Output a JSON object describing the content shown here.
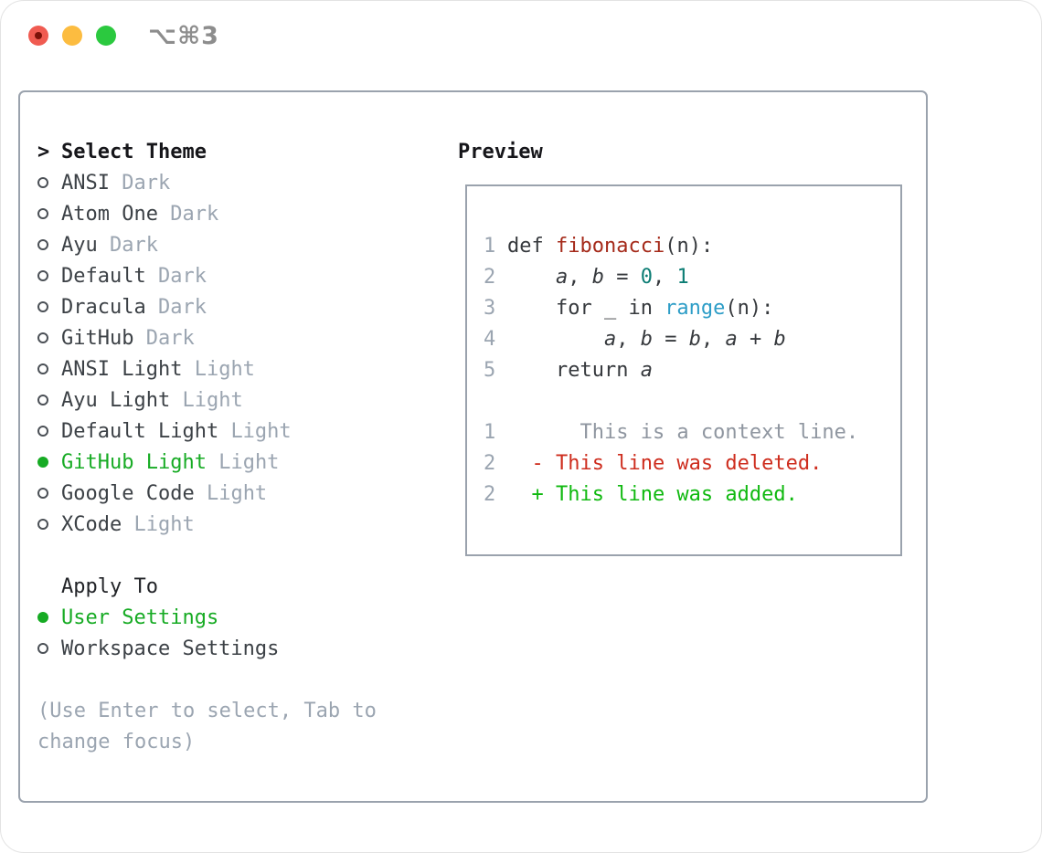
{
  "window": {
    "title": "⌥⌘3",
    "colors": {
      "close": "#f05b51",
      "minimize": "#fcbc40",
      "zoom": "#2bc93f"
    }
  },
  "theme_panel": {
    "header": {
      "marker": ">",
      "label": "Select Theme"
    },
    "items": [
      {
        "name": "ANSI",
        "variant": "Dark",
        "selected": false
      },
      {
        "name": "Atom One",
        "variant": "Dark",
        "selected": false
      },
      {
        "name": "Ayu",
        "variant": "Dark",
        "selected": false
      },
      {
        "name": "Default",
        "variant": "Dark",
        "selected": false
      },
      {
        "name": "Dracula",
        "variant": "Dark",
        "selected": false
      },
      {
        "name": "GitHub",
        "variant": "Dark",
        "selected": false
      },
      {
        "name": "ANSI Light",
        "variant": "Light",
        "selected": false
      },
      {
        "name": "Ayu Light",
        "variant": "Light",
        "selected": false
      },
      {
        "name": "Default Light",
        "variant": "Light",
        "selected": false
      },
      {
        "name": "GitHub Light",
        "variant": "Light",
        "selected": true
      },
      {
        "name": "Google Code",
        "variant": "Light",
        "selected": false
      },
      {
        "name": "XCode",
        "variant": "Light",
        "selected": false
      }
    ],
    "apply_to": {
      "label": "Apply To",
      "options": [
        {
          "name": "User Settings",
          "selected": true
        },
        {
          "name": "Workspace Settings",
          "selected": false
        }
      ]
    },
    "help_line1": "(Use Enter to select, Tab to",
    "help_line2": "change focus)"
  },
  "preview": {
    "label": "Preview",
    "code_lines": [
      {
        "num": "1",
        "segments": [
          {
            "text": "def "
          },
          {
            "text": "fibonacci"
          },
          {
            "text": "(n):"
          }
        ]
      },
      {
        "num": "2",
        "segments": [
          {
            "text": "    "
          },
          {
            "text": "a"
          },
          {
            "text": ", "
          },
          {
            "text": "b"
          },
          {
            "text": " = "
          },
          {
            "text": "0"
          },
          {
            "text": ", "
          },
          {
            "text": "1"
          }
        ]
      },
      {
        "num": "3",
        "segments": [
          {
            "text": "    for _ in "
          },
          {
            "text": "range"
          },
          {
            "text": "(n):"
          }
        ]
      },
      {
        "num": "4",
        "segments": [
          {
            "text": "        "
          },
          {
            "text": "a"
          },
          {
            "text": ", "
          },
          {
            "text": "b"
          },
          {
            "text": " = "
          },
          {
            "text": "b"
          },
          {
            "text": ", "
          },
          {
            "text": "a"
          },
          {
            "text": " + "
          },
          {
            "text": "b"
          }
        ]
      },
      {
        "num": "5",
        "segments": [
          {
            "text": "    return "
          },
          {
            "text": "a"
          }
        ]
      }
    ],
    "diff_lines": [
      {
        "num": "1",
        "text": "      This is a context line.",
        "type": "context"
      },
      {
        "num": "2",
        "text": "  - This line was deleted.",
        "type": "deleted"
      },
      {
        "num": "2",
        "text": "  + This line was added.",
        "type": "added"
      }
    ]
  },
  "colors": {
    "accent_green": "#17ab24",
    "diff_added": "#10b910",
    "diff_deleted": "#ce2d1e",
    "function_red": "#a52a1a",
    "number_teal": "#0c7d74",
    "call_blue": "#2d9dc7",
    "muted_gray": "#9ba5b1",
    "border_gray": "#9aa2ad"
  }
}
